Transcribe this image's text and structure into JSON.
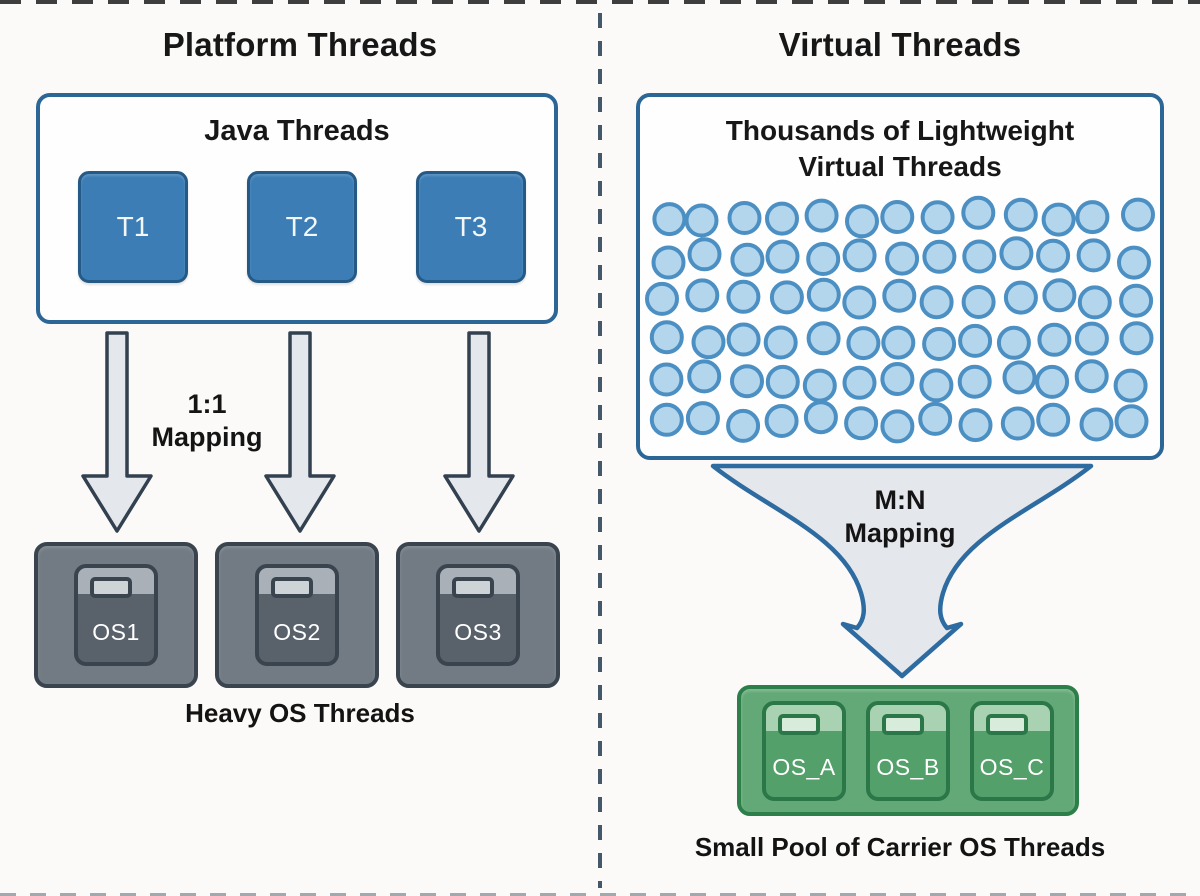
{
  "diagram": {
    "left": {
      "title": "Platform Threads",
      "java_box_title": "Java Threads",
      "java_threads": [
        "T1",
        "T2",
        "T3"
      ],
      "mapping_line1": "1:1",
      "mapping_line2": "Mapping",
      "os_threads": [
        "OS1",
        "OS2",
        "OS3"
      ],
      "caption": "Heavy OS Threads"
    },
    "right": {
      "title": "Virtual Threads",
      "pool_title_line1": "Thousands of Lightweight",
      "pool_title_line2": "Virtual Threads",
      "virtual_thread_count": 78,
      "mapping_line1": "M:N",
      "mapping_line2": "Mapping",
      "carrier_threads": [
        "OS_A",
        "OS_B",
        "OS_C"
      ],
      "caption": "Small Pool of Carrier OS Threads"
    },
    "colors": {
      "accent_blue": "#3c7db6",
      "box_border_blue": "#2b6697",
      "circle_fill": "#b3d6ec",
      "circle_border": "#4c8fc3",
      "arrow_fill": "#e4e8ec",
      "arrow_border": "#32404f",
      "os_box_fill": "#727b84",
      "os_box_border": "#3a444f",
      "carrier_box_fill": "#63a877",
      "carrier_box_border": "#2d7f4a",
      "funnel_fill": "#e4e7eb",
      "funnel_border": "#2d6ba0",
      "divider": "#45586a"
    }
  }
}
